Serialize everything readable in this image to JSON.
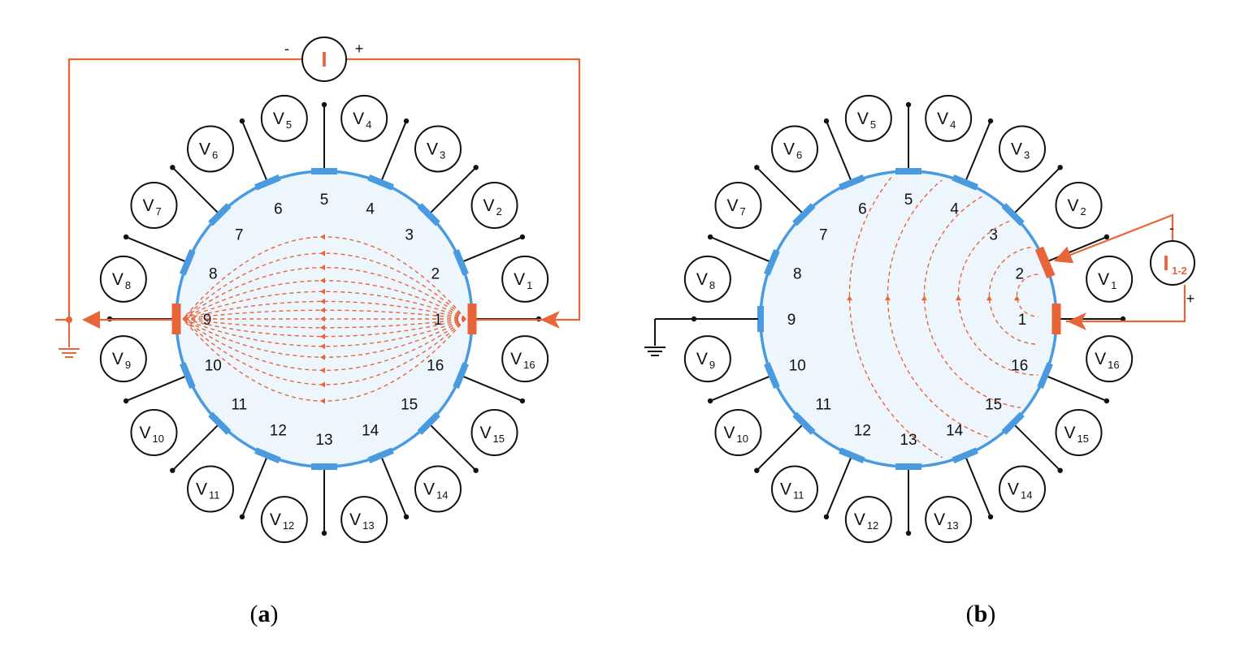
{
  "colors": {
    "current": "#e8653a",
    "electrode": "#4a9ae0",
    "domain_fill": "#eef6fd",
    "wire": "#111111"
  },
  "electrode_labels": [
    "1",
    "2",
    "3",
    "4",
    "5",
    "6",
    "7",
    "8",
    "9",
    "10",
    "11",
    "12",
    "13",
    "14",
    "15",
    "16"
  ],
  "voltmeters": [
    {
      "main": "V",
      "sub": "1"
    },
    {
      "main": "V",
      "sub": "2"
    },
    {
      "main": "V",
      "sub": "3"
    },
    {
      "main": "V",
      "sub": "4"
    },
    {
      "main": "V",
      "sub": "5"
    },
    {
      "main": "V",
      "sub": "6"
    },
    {
      "main": "V",
      "sub": "7"
    },
    {
      "main": "V",
      "sub": "8"
    },
    {
      "main": "V",
      "sub": "9"
    },
    {
      "main": "V",
      "sub": "10"
    },
    {
      "main": "V",
      "sub": "11"
    },
    {
      "main": "V",
      "sub": "12"
    },
    {
      "main": "V",
      "sub": "13"
    },
    {
      "main": "V",
      "sub": "14"
    },
    {
      "main": "V",
      "sub": "15"
    },
    {
      "main": "V",
      "sub": "16"
    }
  ],
  "panel_a": {
    "caption_letter": "a",
    "source": {
      "label": "I",
      "minus": "-",
      "plus": "+"
    },
    "injection": "opposite",
    "inject_electrode": 1,
    "ground_electrode": 9
  },
  "panel_b": {
    "caption_letter": "b",
    "source": {
      "label": "I",
      "sub": "1-2",
      "minus": "-",
      "plus": "+"
    },
    "injection": "adjacent",
    "inject_electrodes": [
      1,
      2
    ],
    "ground_electrode": 9
  }
}
